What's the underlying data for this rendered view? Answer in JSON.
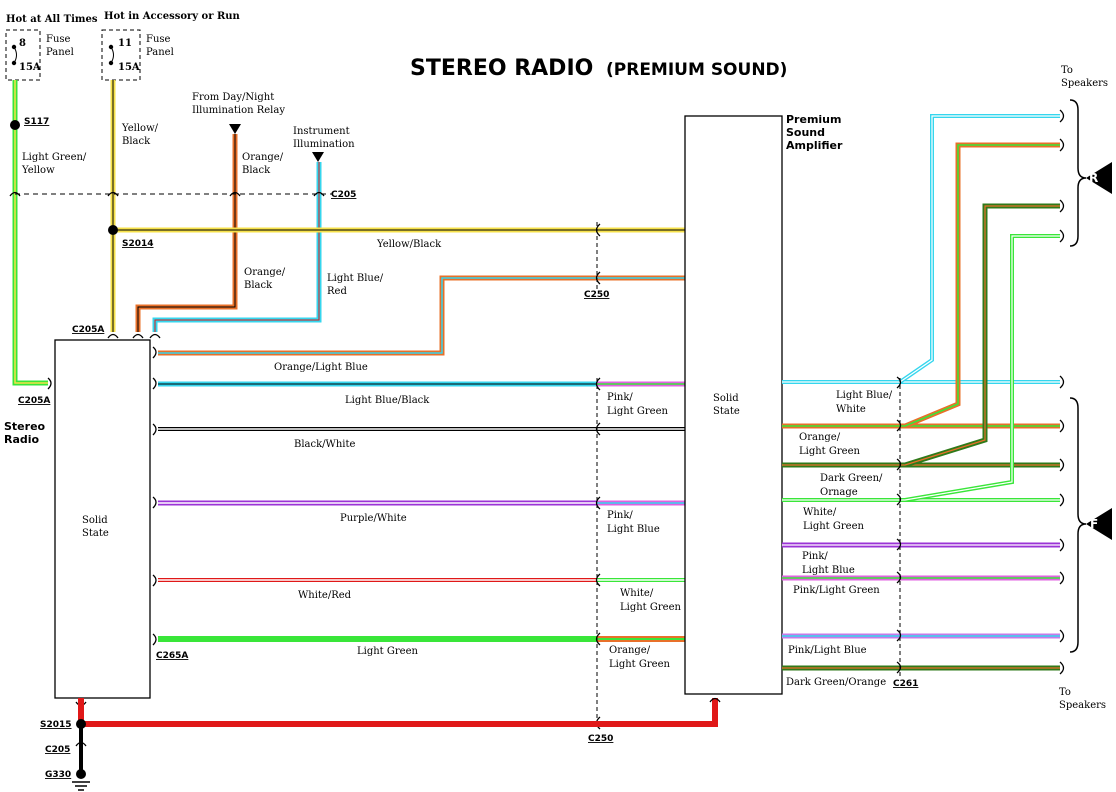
{
  "diagram": {
    "title": "STEREO RADIO",
    "subtitle": "(PREMIUM SOUND)",
    "power": {
      "hot_always": "Hot at All Times",
      "hot_acc": "Hot in Accessory or Run",
      "fuse1_num": "8",
      "fuse1_amp": "15A",
      "fuse2_num": "11",
      "fuse2_amp": "15A",
      "fuse_panel_1": "Fuse",
      "fuse_panel_2": "Panel",
      "day_night_1": "From Day/Night",
      "day_night_2": "Illumination Relay",
      "instrument_1": "Instrument",
      "instrument_2": "Illumination"
    },
    "connectors": {
      "s117": "S117",
      "c205": "C205",
      "s2014": "S2014",
      "c250": "C250",
      "c205a": "C205A",
      "c265a": "C265A",
      "s2015": "S2015",
      "c205b": "C205",
      "g330": "G330",
      "c261": "C261"
    },
    "radio": {
      "name_1": "Stereo",
      "name_2": "Radio",
      "body_1": "Solid",
      "body_2": "State"
    },
    "amplifier": {
      "name_1": "Premium",
      "name_2": "Sound",
      "name_3": "Amplifier",
      "body_1": "Solid",
      "body_2": "State"
    },
    "wire_labels": {
      "light_green_yellow_1": "Light Green/",
      "light_green_yellow_2": "Yellow",
      "yellow_black_1": "Yellow/",
      "yellow_black_2": "Black",
      "orange_black_1": "Orange/",
      "orange_black_2": "Black",
      "orange_black_3": "Orange/",
      "orange_black_4": "Black",
      "light_blue_red_1": "Light Blue/",
      "light_blue_red_2": "Red",
      "yellow_black_h": "Yellow/Black",
      "orange_light_blue": "Orange/Light Blue",
      "light_blue_black": "Light Blue/Black",
      "black_white": "Black/White",
      "purple_white": "Purple/White",
      "white_red": "White/Red",
      "light_green": "Light Green",
      "pink_lg_1": "Pink/",
      "pink_lg_2": "Light Green",
      "pink_lb_1": "Pink/",
      "pink_lb_2": "Light Blue",
      "white_lg_1": "White/",
      "white_lg_2": "Light Green",
      "orange_lg_1": "Orange/",
      "orange_lg_2": "Light Green",
      "r_lbw_1": "Light Blue/",
      "r_lbw_2": "White",
      "r_olg_1": "Orange/",
      "r_olg_2": "Light Green",
      "r_dgo_1": "Dark Green/",
      "r_dgo_2": "Ornage",
      "r_wlg_1": "White/",
      "r_wlg_2": "Light Green",
      "r_plb_1": "Pink/",
      "r_plb_2": "Light Blue",
      "r_plg": "Pink/Light Green",
      "r_plb": "Pink/Light Blue",
      "r_dgor": "Dark Green/Orange"
    },
    "speakers": {
      "to_1": "To",
      "to_2": "Speakers",
      "rear": "R",
      "front": "F",
      "bot_to_1": "To",
      "bot_to_2": "Speakers"
    },
    "colors": {
      "yellow": "#f5e04a",
      "orange": "#e8702a",
      "light_blue": "#35d6ee",
      "light_green": "#39e639",
      "pink": "#e062e0",
      "purple": "#9b33d6",
      "dark_green": "#2f7a1a",
      "red": "#e01818",
      "black": "#000000"
    }
  }
}
